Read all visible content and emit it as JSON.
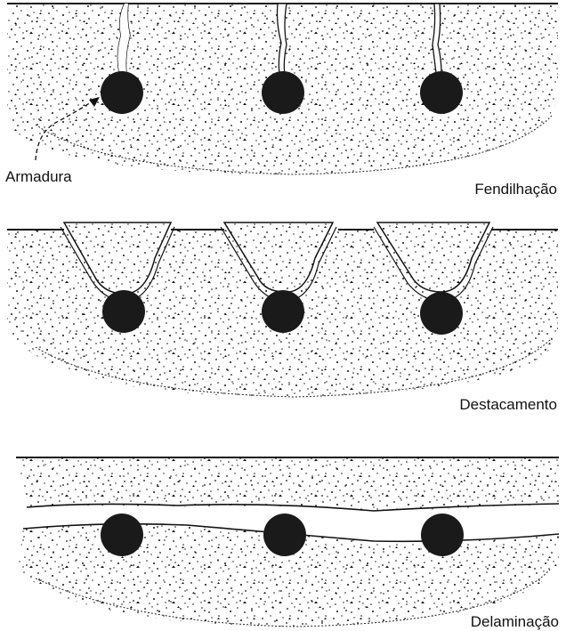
{
  "labels": {
    "armadura": "Armadura",
    "fendilhacao": "Fendilhação",
    "destacamento": "Destacamento",
    "delaminacao": "Delaminação"
  },
  "colors": {
    "concrete_speckle": "#111111",
    "rebar": "#1a1a1a",
    "background": "#ffffff"
  },
  "panels": [
    {
      "name": "fendilhacao",
      "mechanism": "cracks from surface to each rebar"
    },
    {
      "name": "destacamento",
      "mechanism": "cover spalling above each rebar"
    },
    {
      "name": "delaminacao",
      "mechanism": "horizontal delamination plane through rebars"
    }
  ]
}
